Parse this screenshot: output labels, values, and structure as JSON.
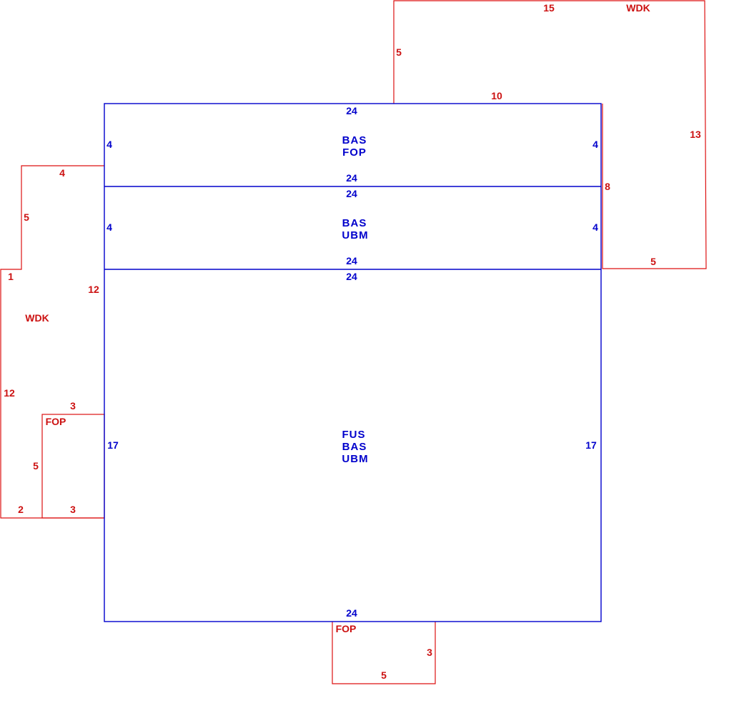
{
  "colors": {
    "main_structure": "#0000cc",
    "additions": "#dd1111"
  },
  "main": {
    "top_section": {
      "top": "24",
      "left": "4",
      "right": "4",
      "bottom": "24",
      "codes": [
        "BAS",
        "FOP"
      ]
    },
    "middle_section": {
      "top": "24",
      "left": "4",
      "right": "4",
      "bottom": "24",
      "codes": [
        "BAS",
        "UBM"
      ]
    },
    "bottom_section": {
      "top": "24",
      "left": "17",
      "right": "17",
      "bottom": "24",
      "codes": [
        "FUS",
        "BAS",
        "UBM"
      ]
    }
  },
  "deck_top_right": {
    "code": "WDK",
    "top": "15",
    "left": "5",
    "inner_top": "10",
    "right": "13",
    "inner_left": "8",
    "bottom": "5"
  },
  "deck_left": {
    "code": "WDK",
    "top": "4",
    "upper_left": "5",
    "step": "1",
    "left": "12",
    "right": "12",
    "bottom": "2"
  },
  "porch_left": {
    "code": "FOP",
    "top": "3",
    "left": "5",
    "bottom": "3"
  },
  "porch_bottom": {
    "code": "FOP",
    "right": "3",
    "bottom": "5"
  }
}
